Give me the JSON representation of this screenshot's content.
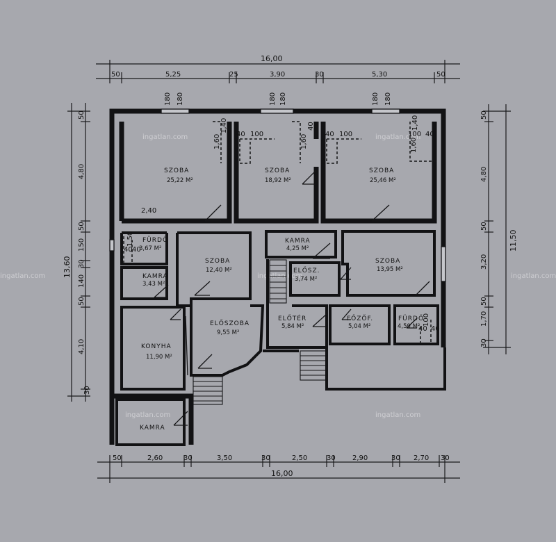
{
  "watermark": "ingatlan.com",
  "rooms": [
    {
      "id": "szoba-1",
      "label": "SZOBA",
      "area": "25,22 M²"
    },
    {
      "id": "szoba-2",
      "label": "SZOBA",
      "area": "18,92 M²"
    },
    {
      "id": "szoba-3",
      "label": "SZOBA",
      "area": "25,46 M²"
    },
    {
      "id": "furdo-1",
      "label": "FÜRDŐ",
      "area": "3,67 M²"
    },
    {
      "id": "szoba-4",
      "label": "SZOBA",
      "area": "12,40 M²"
    },
    {
      "id": "kamra-1",
      "label": "KAMRA",
      "area": "4,25 M²"
    },
    {
      "id": "szoba-5",
      "label": "SZOBA",
      "area": "13,95 M²"
    },
    {
      "id": "kamra-2",
      "label": "KAMRA",
      "area": "3,43 M²"
    },
    {
      "id": "elosz",
      "label": "ELŐSZ.",
      "area": "3,74 M²"
    },
    {
      "id": "eloszoba",
      "label": "ELŐSZOBA",
      "area": "9,55 M²"
    },
    {
      "id": "eloter",
      "label": "ELŐTÉR",
      "area": "5,84 M²"
    },
    {
      "id": "fozof",
      "label": "FŐZŐF.",
      "area": "5,04 M²"
    },
    {
      "id": "furdo-2",
      "label": "FÜRDŐ",
      "area": "4,59 M²"
    },
    {
      "id": "konyha",
      "label": "KONYHA",
      "area": "11,90 M²"
    },
    {
      "id": "kamra-3",
      "label": "KAMRA",
      "area": ""
    }
  ],
  "dimensions": {
    "top_total": "16,00",
    "top_segments": [
      "50",
      "5,25",
      "25",
      "3,90",
      "30",
      "5,30",
      "50"
    ],
    "bottom_total": "16,00",
    "bottom_segments": [
      "50",
      "2,60",
      "30",
      "3,50",
      "30",
      "2,50",
      "30",
      "2,90",
      "30",
      "2,70",
      "30"
    ],
    "left_total": "13,60",
    "left_segments": [
      "50",
      "4,80",
      "50",
      "150",
      "30",
      "140",
      "50",
      "4,10",
      "30"
    ],
    "right_total": "11,50",
    "right_segments": [
      "50",
      "4,80",
      "50",
      "3,20",
      "50",
      "1,70",
      "30"
    ],
    "window_180": [
      "180",
      "180",
      "180",
      "180",
      "180",
      "180"
    ],
    "inner": [
      "1,60",
      "1,40",
      "40",
      "100",
      "1,60",
      "40",
      "40",
      "100",
      "1,60",
      "1,40",
      "100",
      "40",
      "2,40",
      "1,50",
      "40",
      "40",
      "100",
      "40",
      "40"
    ]
  }
}
